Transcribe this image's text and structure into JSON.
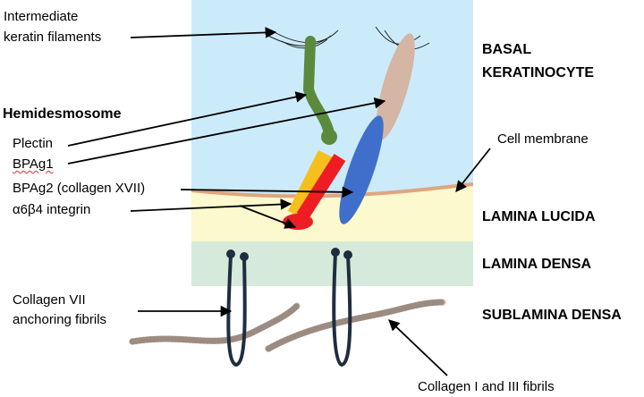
{
  "labels": {
    "intermediate_filaments_line1": "Intermediate",
    "intermediate_filaments_line2": "keratin filaments",
    "hemidesmosome": "Hemidesmosome",
    "plectin": "Plectin",
    "bpag1": "BPAg1",
    "bpag2": "BPAg2  (collagen XVII)",
    "integrin": "α6β4 integrin",
    "collagen7_line1": "Collagen VII",
    "collagen7_line2": "anchoring fibrils",
    "collagen_fibrils": "Collagen  I and  III fibrils",
    "cell_membrane": "Cell membrane",
    "basal_line1": "BASAL",
    "basal_line2": "KERATINOCYTE",
    "lamina_lucida": "LAMINA LUCIDA",
    "lamina_densa": "LAMINA DENSA",
    "sublamina_densa": "SUBLAMINA DENSA"
  },
  "colors": {
    "keratinocyte": "#ccebfa",
    "lamina_lucida": "#fbf9cd",
    "lamina_densa": "#d6eadb",
    "membrane": "#dfa57f",
    "plectin": "#5b8a3c",
    "bpag1": "#d5b5a4",
    "bpag2": "#3f6fca",
    "integrin_alpha": "#f7bf1d",
    "integrin_beta": "#ee1d24",
    "anchoring_fibril": "#1f2d40",
    "collagen_fibril": "#c8b7aa",
    "arrow": "#000000"
  },
  "squiggle_under": "BPAg1"
}
